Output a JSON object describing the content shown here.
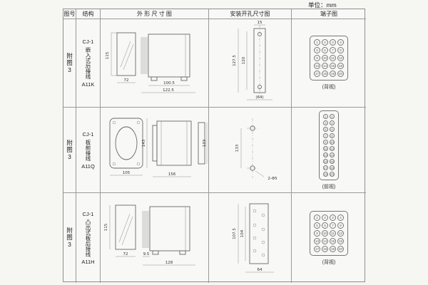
{
  "unit": "单位：mm",
  "header": {
    "figure": "图号",
    "structure": "结构",
    "outline": "外 形 尺 寸 图",
    "mount": "安装开孔尺寸图",
    "terminal": "端子图"
  },
  "rows": [
    {
      "fig": "附图3",
      "model": "CJ-1",
      "desc": "嵌入式后接线",
      "code": "A11K",
      "outline_dims": {
        "height": "115",
        "width": "72",
        "depth": "100.5",
        "total": "122.5"
      },
      "mount_dims": {
        "d1": "127.5",
        "d2": "120",
        "d3": "15",
        "d4": "(64)"
      },
      "terminal": {
        "caption": "(背视)",
        "cols": 4,
        "numbers": [
          1,
          2,
          3,
          4,
          5,
          6,
          7,
          8,
          9,
          10,
          11,
          12,
          13,
          14,
          15,
          16,
          17,
          18,
          19,
          20
        ]
      }
    },
    {
      "fig": "附图3",
      "model": "CJ-1",
      "desc": "板前接线",
      "code": "A11Q",
      "outline_dims": {
        "height": "143",
        "width": "105",
        "depth": "156",
        "total": "133"
      },
      "mount_dims": {
        "d1": "133",
        "d2": "2-Φ5"
      },
      "terminal": {
        "caption": "(前视)",
        "cols": 2,
        "numbers": [
          1,
          2,
          3,
          4,
          5,
          6,
          7,
          8,
          9,
          10,
          11,
          12,
          13,
          14,
          15,
          16,
          17,
          18,
          19,
          20
        ]
      }
    },
    {
      "fig": "附图3",
      "model": "CJ-1",
      "desc": "凸出式板后接线",
      "code": "A11H",
      "outline_dims": {
        "height": "115",
        "width": "72",
        "depth": "9.5",
        "total": "128"
      },
      "mount_dims": {
        "d1": "107.5",
        "d2": "104",
        "d3": "64"
      },
      "terminal": {
        "caption": "(背视)",
        "cols": 4,
        "numbers": [
          1,
          2,
          3,
          4,
          5,
          6,
          7,
          8,
          9,
          10,
          11,
          12,
          13,
          14,
          15,
          16,
          17,
          18,
          19,
          20
        ]
      }
    }
  ]
}
